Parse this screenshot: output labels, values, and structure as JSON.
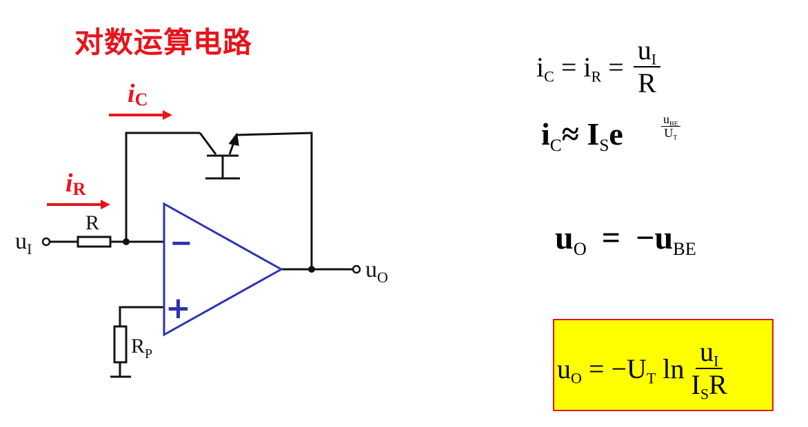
{
  "title": "对数运算电路",
  "circuit": {
    "ic_label": "i",
    "ic_sub": "C",
    "ir_label": "i",
    "ir_sub": "R",
    "r_label": "R",
    "rp_label": "R",
    "rp_sub": "P",
    "input_label": "u",
    "input_sub": "I",
    "output_label": "u",
    "output_sub": "O",
    "minus": "−",
    "plus": "+"
  },
  "equations": {
    "eq1": {
      "lhs_var": "i",
      "lhs_sub": "C",
      "eq": "=",
      "mid_var": "i",
      "mid_sub": "R",
      "eq2": "=",
      "num": "u",
      "num_sub": "I",
      "den": "R"
    },
    "eq2": {
      "lhs_var": "i",
      "lhs_sub": "C",
      "approx": "≈",
      "is_var": "I",
      "is_sub": "S",
      "e": "e",
      "exp_num": "u",
      "exp_num_sub": "BE",
      "exp_den": "U",
      "exp_den_sub": "T"
    },
    "eq3": {
      "lhs_var": "u",
      "lhs_sub": "O",
      "eq": "=",
      "rhs": "−u",
      "rhs_sub": "BE"
    },
    "eq4": {
      "lhs_var": "u",
      "lhs_sub": "O",
      "eq": "=",
      "ut": "−U",
      "ut_sub": "T",
      "ln": "ln",
      "num": "u",
      "num_sub": "I",
      "den_var": "I",
      "den_sub": "S",
      "den_r": "R"
    }
  },
  "colors": {
    "accent": "#e8141b",
    "opamp": "#2a35b0",
    "highlight": "#ffff00"
  }
}
